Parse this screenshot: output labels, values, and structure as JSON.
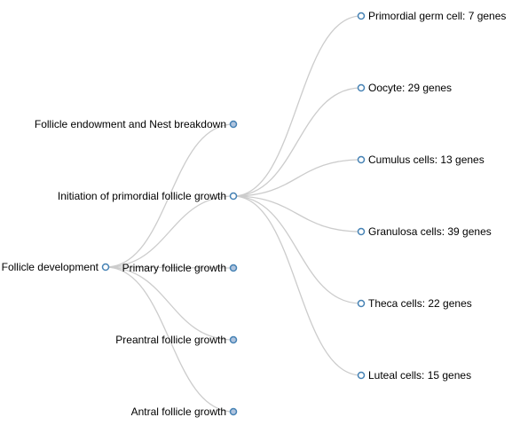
{
  "tree": {
    "root": {
      "id": "root",
      "label": "Follicle development",
      "state": "expanded",
      "children": [
        "stage1",
        "stage2",
        "stage3",
        "stage4",
        "stage5"
      ]
    },
    "stages": [
      {
        "id": "stage1",
        "label": "Follicle endowment and Nest breakdown",
        "state": "collapsed",
        "children": []
      },
      {
        "id": "stage2",
        "label": "Initiation of primordial follicle growth",
        "state": "expanded",
        "children": [
          "cell1",
          "cell2",
          "cell3",
          "cell4",
          "cell5",
          "cell6"
        ]
      },
      {
        "id": "stage3",
        "label": "Primary follicle growth",
        "state": "collapsed",
        "children": []
      },
      {
        "id": "stage4",
        "label": "Preantral follicle growth",
        "state": "collapsed",
        "children": []
      },
      {
        "id": "stage5",
        "label": "Antral follicle growth",
        "state": "collapsed",
        "children": []
      }
    ],
    "cells": [
      {
        "id": "cell1",
        "label": "Primordial germ cell: 7 genes",
        "state": "expanded"
      },
      {
        "id": "cell2",
        "label": "Oocyte: 29 genes",
        "state": "expanded"
      },
      {
        "id": "cell3",
        "label": "Cumulus cells: 13 genes",
        "state": "expanded"
      },
      {
        "id": "cell4",
        "label": "Granulosa cells: 39 genes",
        "state": "expanded"
      },
      {
        "id": "cell5",
        "label": "Theca cells: 22 genes",
        "state": "expanded"
      },
      {
        "id": "cell6",
        "label": "Luteal cells: 15 genes",
        "state": "expanded"
      }
    ]
  },
  "colors": {
    "link": "#cccccc",
    "node_stroke": "#4682b4",
    "collapsed_fill": "#b0c4de",
    "expanded_fill": "#ffffff",
    "text": "#000000"
  }
}
